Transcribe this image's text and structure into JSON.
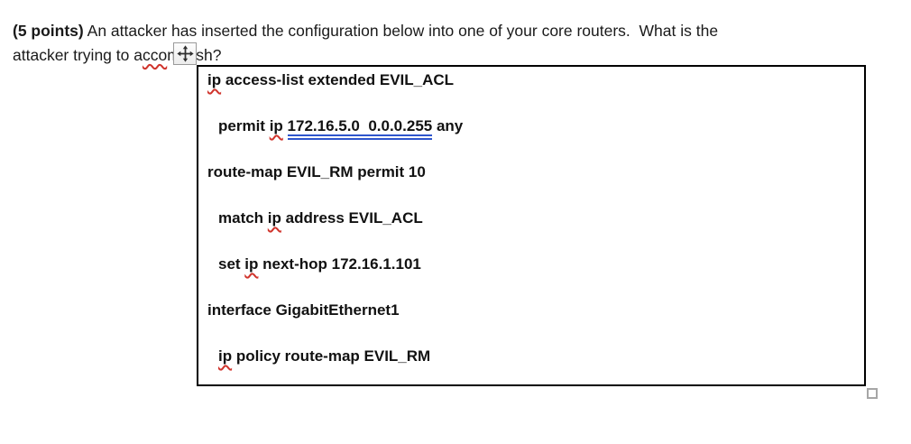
{
  "colors": {
    "squiggle_red": "#d0342c",
    "underline_blue": "#2f55cc",
    "border_black": "#000000",
    "handle_gray": "#a6a6a6",
    "text": "#1a1a1a"
  },
  "icons": {
    "move_icon": "four-direction-move-arrows",
    "resize_handle": "small-square-resize-handle"
  },
  "question": {
    "points": "(5 points)",
    "line1_rest": " An attacker has inserted the configuration below into one of your core routers.  What is the",
    "line2_start": "attacker trying to a",
    "line2_misspelled": "cco",
    "line2_end": "mplish?"
  },
  "config": {
    "line1": {
      "ip": "ip",
      "rest": " access-list extended EVIL_ACL"
    },
    "line2": {
      "pre": "permit ",
      "ip": "ip",
      "sep": " ",
      "subnet": "172.16.5.0  0.0.0.255",
      "post": " any"
    },
    "line3": {
      "text": "route-map EVIL_RM permit 10"
    },
    "line4": {
      "pre": "match ",
      "ip": "ip",
      "post": " address EVIL_ACL"
    },
    "line5": {
      "pre": "set ",
      "ip": "ip",
      "post": " next-hop 172.16.1.101"
    },
    "line6": {
      "text": "interface GigabitEthernet1"
    },
    "line7": {
      "ip": "ip",
      "post": " policy route-map EVIL_RM"
    }
  }
}
